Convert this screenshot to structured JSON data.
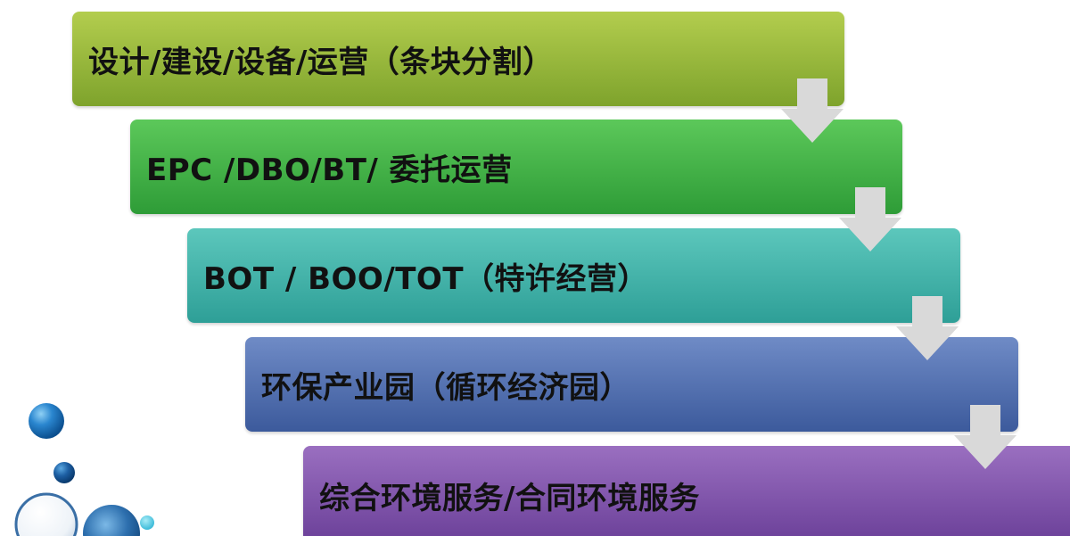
{
  "steps": [
    {
      "label": "设计/建设/设备/运营（条块分割）",
      "color_top": "#b3cd4e",
      "color_bottom": "#7ea32c"
    },
    {
      "label": "EPC /DBO/BT/ 委托运营",
      "color_top": "#5cc85a",
      "color_bottom": "#2e9c37"
    },
    {
      "label": "BOT / BOO/TOT（特许经营）",
      "color_top": "#5cc7bc",
      "color_bottom": "#2e9f97"
    },
    {
      "label": "环保产业园（循环经济园）",
      "color_top": "#6f8bc6",
      "color_bottom": "#3c5a9c"
    },
    {
      "label": "综合环境服务/合同环境服务",
      "color_top": "#9a6fc0",
      "color_bottom": "#6a3f98"
    }
  ],
  "colors": {
    "arrow_fill": "#d9d9d9",
    "bubble_blue": "#1f6fb5"
  },
  "decorations": {
    "arrows": [
      "down-arrow-icon",
      "down-arrow-icon",
      "down-arrow-icon",
      "down-arrow-icon"
    ],
    "bubbles": "bubble-cluster-icon"
  }
}
